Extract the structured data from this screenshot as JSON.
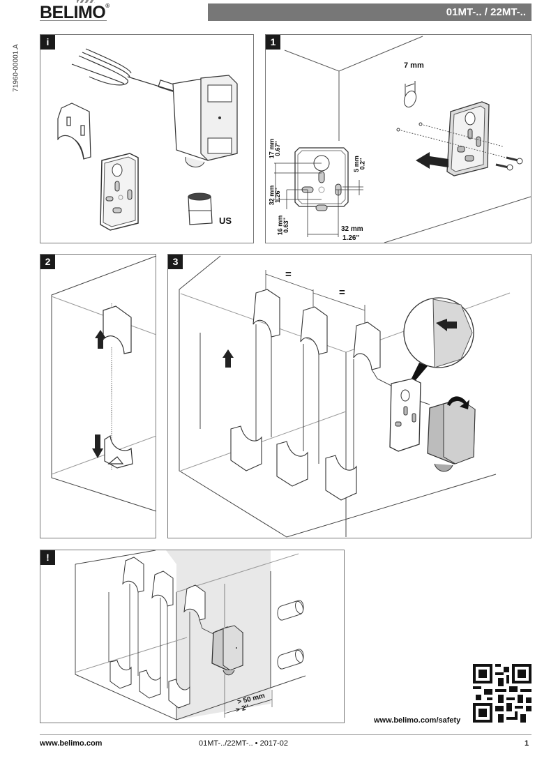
{
  "header": {
    "brand": "BELIMO",
    "registered_mark": "®",
    "product_title": "01MT-.. / 22MT-..",
    "document_id": "71960-00001.A"
  },
  "panels": {
    "info": {
      "badge": "i",
      "labels": {
        "us_adapter": "US"
      }
    },
    "step1": {
      "badge": "1",
      "labels": {
        "drill_diameter": "7 mm",
        "dim_17mm": "17 mm",
        "dim_067in": "0.67''",
        "dim_32mm_v": "32 mm",
        "dim_126in_v": "1.26''",
        "dim_16mm": "16 mm",
        "dim_063in": "0.63''",
        "dim_5mm": "5 mm",
        "dim_02in": "0.2''",
        "dim_32mm_h": "32 mm",
        "dim_126in_h": "1.26''"
      }
    },
    "step2": {
      "badge": "2"
    },
    "step3": {
      "badge": "3",
      "labels": {
        "equal_1": "=",
        "equal_2": "="
      }
    },
    "warning": {
      "badge": "!",
      "labels": {
        "min_distance_mm": "> 50 mm",
        "min_distance_in": "> 2''"
      }
    }
  },
  "safety": {
    "url": "www.belimo.com/safety",
    "qr_icon": "qr-code-icon"
  },
  "footer": {
    "website": "www.belimo.com",
    "document_ref": "01MT-../22MT-.. • 2017-02",
    "page_number": "1"
  }
}
